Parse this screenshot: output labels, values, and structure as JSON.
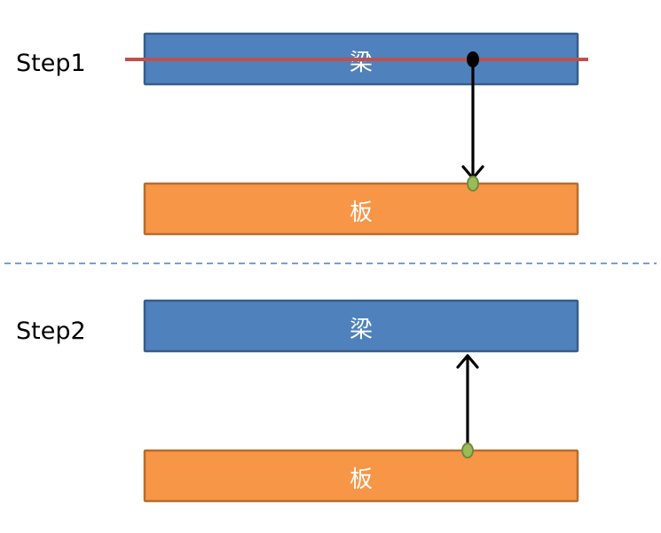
{
  "steps": [
    {
      "label": "Step1",
      "beam_label": "梁",
      "slab_label": "板"
    },
    {
      "label": "Step2",
      "beam_label": "梁",
      "slab_label": "板"
    }
  ],
  "colors": {
    "beam_fill": "#4f81bd",
    "beam_stroke": "#385d8a",
    "slab_fill": "#f79646",
    "slab_stroke": "#b66d31",
    "red_line": "#c0504d",
    "dashed_divider": "#4f81bd",
    "arrow": "#000000",
    "node_fill": "#9bbb59",
    "node_stroke": "#71893f"
  }
}
